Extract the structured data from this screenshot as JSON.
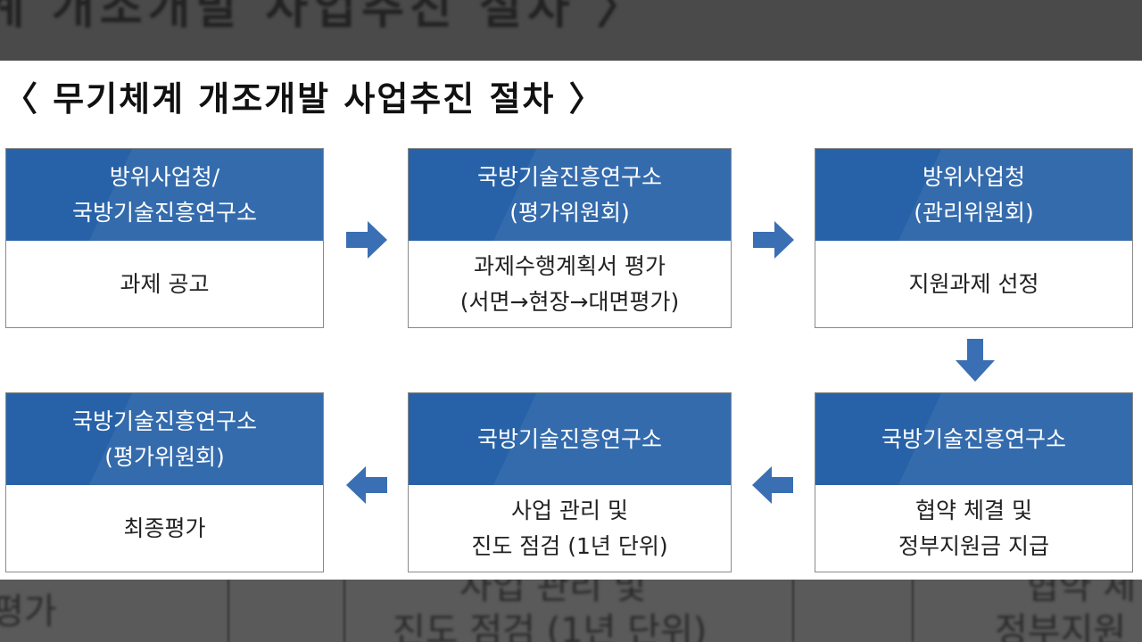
{
  "background": {
    "top_text": "계 개조개발 사업추진 절차 〉",
    "bottom_texts": [
      "평가",
      "사업 관리 및",
      "협약 체",
      "진도 점검 (1년 단위)",
      "정부지원"
    ]
  },
  "title": "〈 무기체계 개조개발 사업추진 절차 〉",
  "steps": [
    {
      "head1": "방위사업청/",
      "head2": "국방기술진흥연구소",
      "body1": "과제 공고",
      "body2": ""
    },
    {
      "head1": "국방기술진흥연구소",
      "head2": "(평가위원회)",
      "body1": "과제수행계획서 평가",
      "body2": "(서면→현장→대면평가)"
    },
    {
      "head1": "방위사업청",
      "head2": "(관리위원회)",
      "body1": "지원과제 선정",
      "body2": ""
    },
    {
      "head1": "국방기술진흥연구소",
      "head2": "",
      "body1": "협약 체결 및",
      "body2": "정부지원금 지급"
    },
    {
      "head1": "국방기술진흥연구소",
      "head2": "",
      "body1": "사업 관리 및",
      "body2": "진도 점검 (1년 단위)"
    },
    {
      "head1": "국방기술진흥연구소",
      "head2": "(평가위원회)",
      "body1": "최종평가",
      "body2": ""
    }
  ],
  "colors": {
    "header_blue": "#2762a8",
    "arrow_blue": "#3a6fb4"
  },
  "icons": [
    "arrow-right-icon",
    "arrow-down-icon",
    "arrow-left-icon"
  ]
}
